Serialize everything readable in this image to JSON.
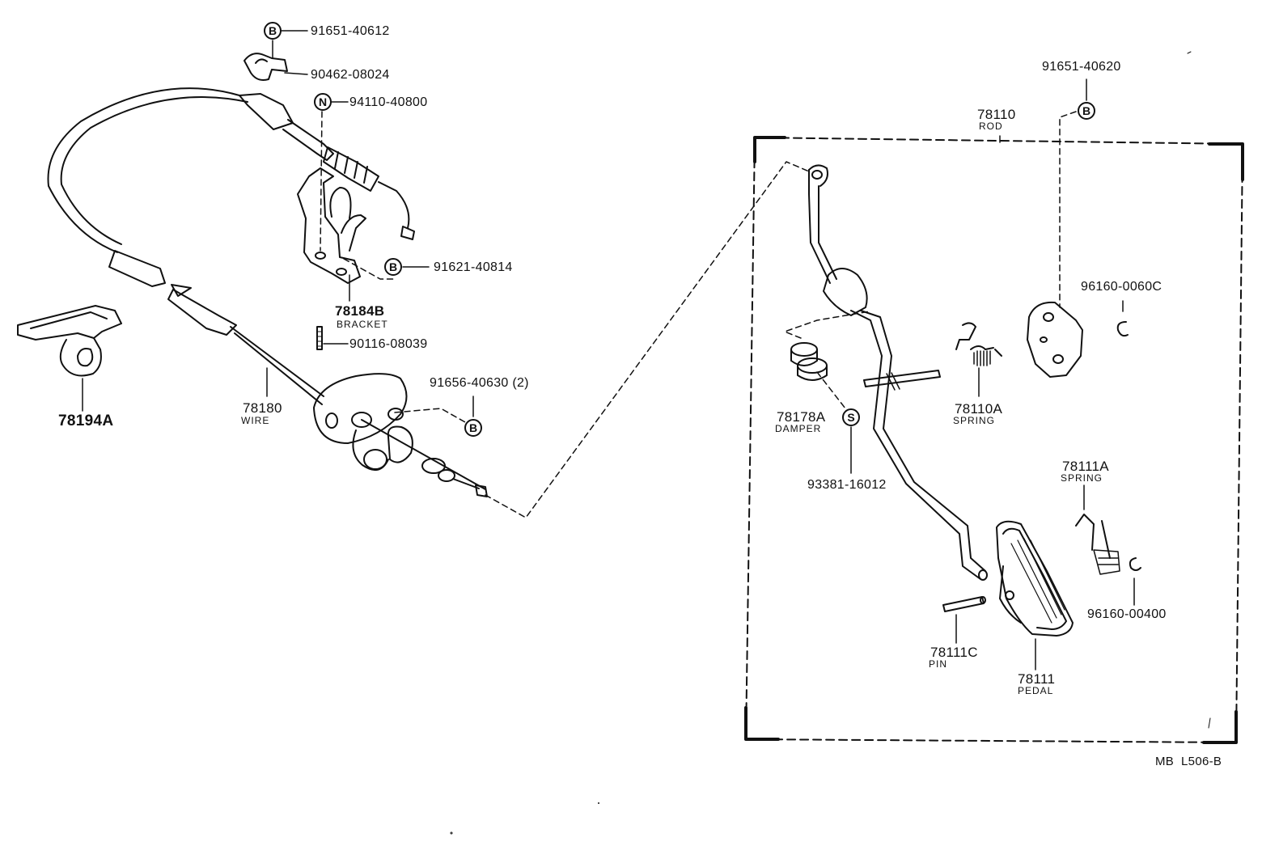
{
  "diagram": {
    "badges": {
      "b1": "B",
      "n1": "N",
      "b2": "B",
      "b3": "B",
      "b4": "B",
      "s1": "S"
    },
    "labels": {
      "p91651_40612": "91651-40612",
      "p90462_08024": "90462-08024",
      "p94110_40800": "94110-40800",
      "p91621_40814": "91621-40814",
      "p78184b": "78184B",
      "p78184b_name": "BRACKET",
      "p90116_08039": "90116-08039",
      "p78194a": "78194A",
      "p78180": "78180",
      "p78180_name": "WIRE",
      "p91656_40630": "91656-40630 (2)",
      "p91651_40620": "91651-40620",
      "p78110": "78110",
      "p78110_name": "ROD",
      "p96160_0060c": "96160-0060C",
      "p78178a": "78178A",
      "p78178a_name": "DAMPER",
      "p78110a": "78110A",
      "p78110a_name": "SPRING",
      "p93381_16012": "93381-16012",
      "p78111a": "78111A",
      "p78111a_name": "SPRING",
      "p96160_00400": "96160-00400",
      "p78111c": "78111C",
      "p78111c_name": "PIN",
      "p78111": "78111",
      "p78111_name": "PEDAL",
      "code": "MB  L506-B"
    }
  }
}
